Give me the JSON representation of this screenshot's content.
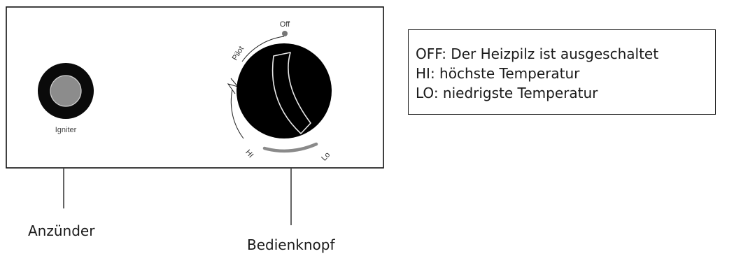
{
  "panel": {
    "igniter_label": "Igniter",
    "dial_labels": {
      "off": "Off",
      "pilot": "Pilot",
      "hi": "HI",
      "lo": "Lo"
    }
  },
  "callouts": {
    "igniter": "Anzünder",
    "knob": "Bedienknopf"
  },
  "legend": {
    "lines": [
      "OFF: Der Heizpilz ist ausgeschaltet",
      "HI: höchste Temperatur",
      "LO: niedrigste Temperatur"
    ]
  },
  "colors": {
    "knob": "#000000",
    "range_arc": "#8a8a8a",
    "button_ring": "#0a0a0a",
    "button_center": "#8c8c8c"
  }
}
